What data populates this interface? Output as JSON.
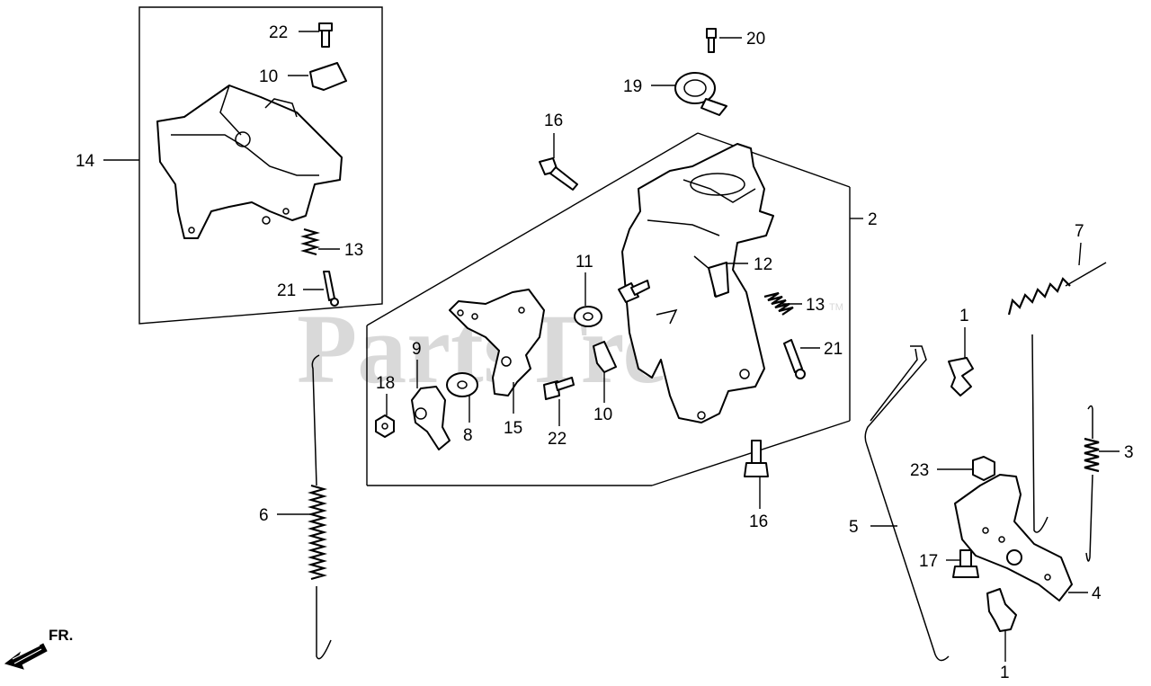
{
  "watermark": {
    "text": "PartsTree",
    "tm": "TM"
  },
  "direction_label": "FR.",
  "callouts": [
    {
      "id": "c22a",
      "text": "22"
    },
    {
      "id": "c10a",
      "text": "10"
    },
    {
      "id": "c14",
      "text": "14"
    },
    {
      "id": "c13a",
      "text": "13"
    },
    {
      "id": "c21a",
      "text": "21"
    },
    {
      "id": "c20",
      "text": "20"
    },
    {
      "id": "c19",
      "text": "19"
    },
    {
      "id": "c16a",
      "text": "16"
    },
    {
      "id": "c2",
      "text": "2"
    },
    {
      "id": "c12",
      "text": "12"
    },
    {
      "id": "c11",
      "text": "11"
    },
    {
      "id": "c13b",
      "text": "13"
    },
    {
      "id": "c21b",
      "text": "21"
    },
    {
      "id": "c9",
      "text": "9"
    },
    {
      "id": "c18",
      "text": "18"
    },
    {
      "id": "c8",
      "text": "8"
    },
    {
      "id": "c15",
      "text": "15"
    },
    {
      "id": "c22b",
      "text": "22"
    },
    {
      "id": "c10b",
      "text": "10"
    },
    {
      "id": "c16b",
      "text": "16"
    },
    {
      "id": "c7",
      "text": "7"
    },
    {
      "id": "c1a",
      "text": "1"
    },
    {
      "id": "c3",
      "text": "3"
    },
    {
      "id": "c23",
      "text": "23"
    },
    {
      "id": "c5",
      "text": "5"
    },
    {
      "id": "c17",
      "text": "17"
    },
    {
      "id": "c4",
      "text": "4"
    },
    {
      "id": "c1b",
      "text": "1"
    },
    {
      "id": "c6",
      "text": "6"
    }
  ]
}
